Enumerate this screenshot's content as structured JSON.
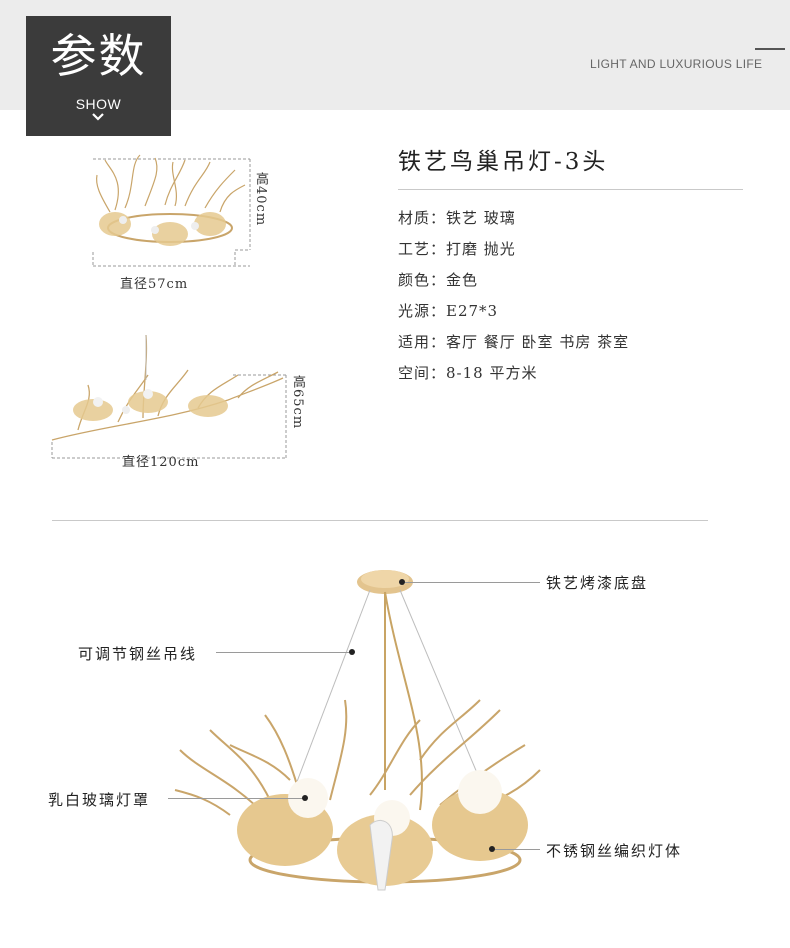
{
  "header": {
    "title": "参数",
    "show_label": "SHOW",
    "slogan": "LIGHT AND LUXURIOUS LIFE"
  },
  "product": {
    "name": "铁艺鸟巢吊灯-3头",
    "specs": [
      {
        "key": "材质：",
        "value": "铁艺 玻璃"
      },
      {
        "key": "工艺：",
        "value": "打磨 抛光"
      },
      {
        "key": "颜色：",
        "value": "金色"
      },
      {
        "key": "光源：",
        "value": "E27*3"
      },
      {
        "key": "适用：",
        "value": "客厅 餐厅 卧室 书房 茶室"
      },
      {
        "key": "空间：",
        "value": "8-18 平方米"
      }
    ]
  },
  "dimensions": {
    "fig1_width": "直径57cm",
    "fig1_height": "高40cm",
    "fig2_width": "直径120cm",
    "fig2_height": "高65cm"
  },
  "callouts": {
    "base": "铁艺烤漆底盘",
    "wire": "可调节钢丝吊线",
    "shade": "乳白玻璃灯罩",
    "body": "不锈钢丝编织灯体"
  },
  "colors": {
    "dark_box": "#3b3b3b",
    "band": "#ececec",
    "gold": "#d4b27a"
  }
}
